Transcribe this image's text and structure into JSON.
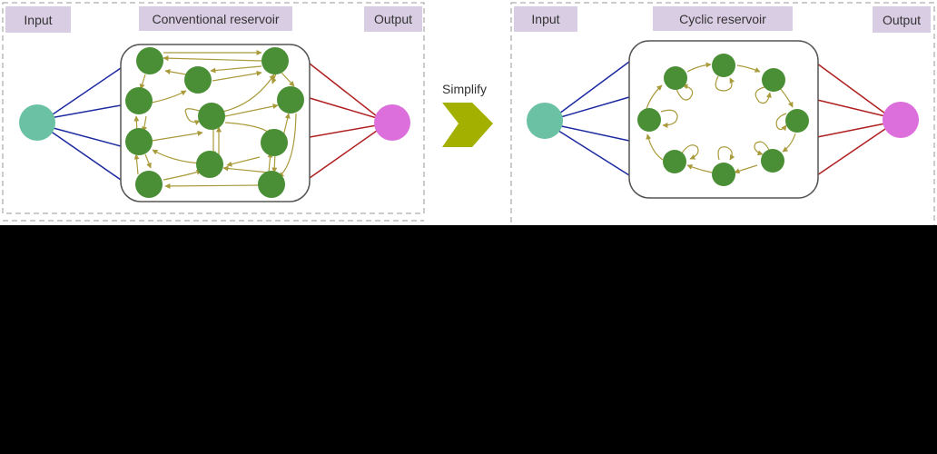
{
  "left_panel": {
    "input_label": "Input",
    "reservoir_label": "Conventional reservoir",
    "output_label": "Output"
  },
  "right_panel": {
    "input_label": "Input",
    "reservoir_label": "Cyclic reservoir",
    "output_label": "Output"
  },
  "transition": {
    "label": "Simplify"
  },
  "colors": {
    "input_node": "#6bc1a4",
    "output_node": "#dc6fdc",
    "reservoir_node": "#4a8f35",
    "input_edge": "#1c2aa0",
    "output_edge": "#b02020",
    "reservoir_edge": "#a99a3a",
    "arrow": "#a3b000",
    "label_bg": "#d9cde3"
  }
}
